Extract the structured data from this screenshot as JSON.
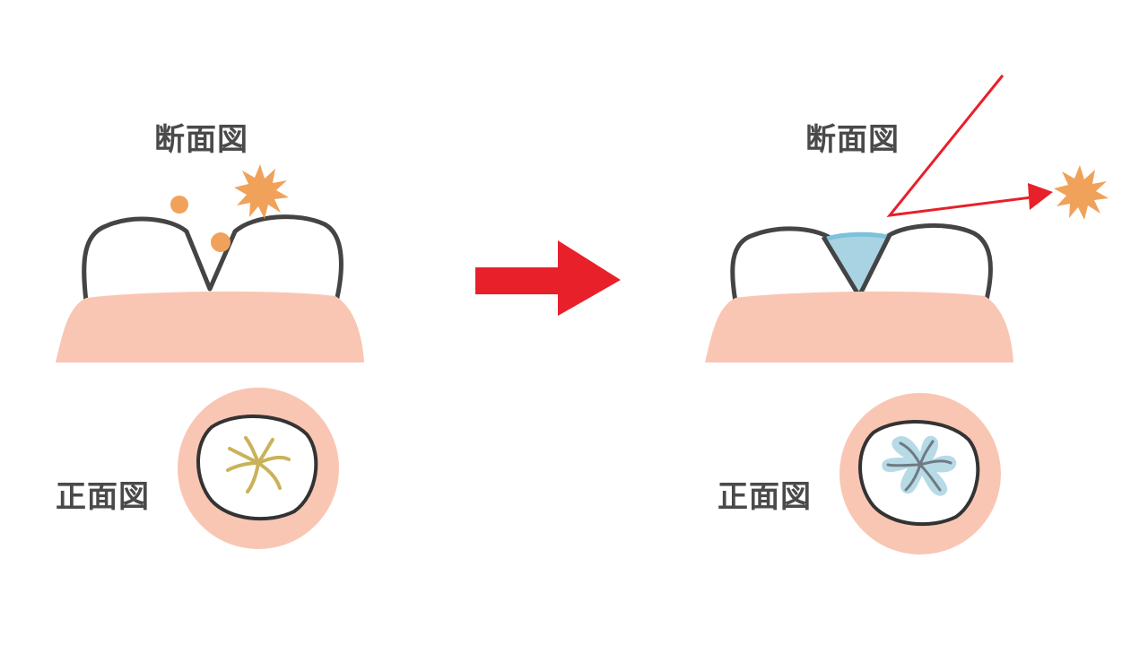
{
  "before": {
    "cross_section_label": "断面図",
    "front_view_label": "正面図"
  },
  "after": {
    "cross_section_label": "断面図",
    "front_view_label": "正面図"
  },
  "colors": {
    "gum": "#f9c6b4",
    "tooth_outline": "#444444",
    "bacteria": "#f0a25a",
    "stain": "#c9b25a",
    "sealant": "#a9d3e2",
    "sealant_top": "#7cc2db",
    "arrow": "#e8202a",
    "groove_gray": "#6f7a82"
  }
}
